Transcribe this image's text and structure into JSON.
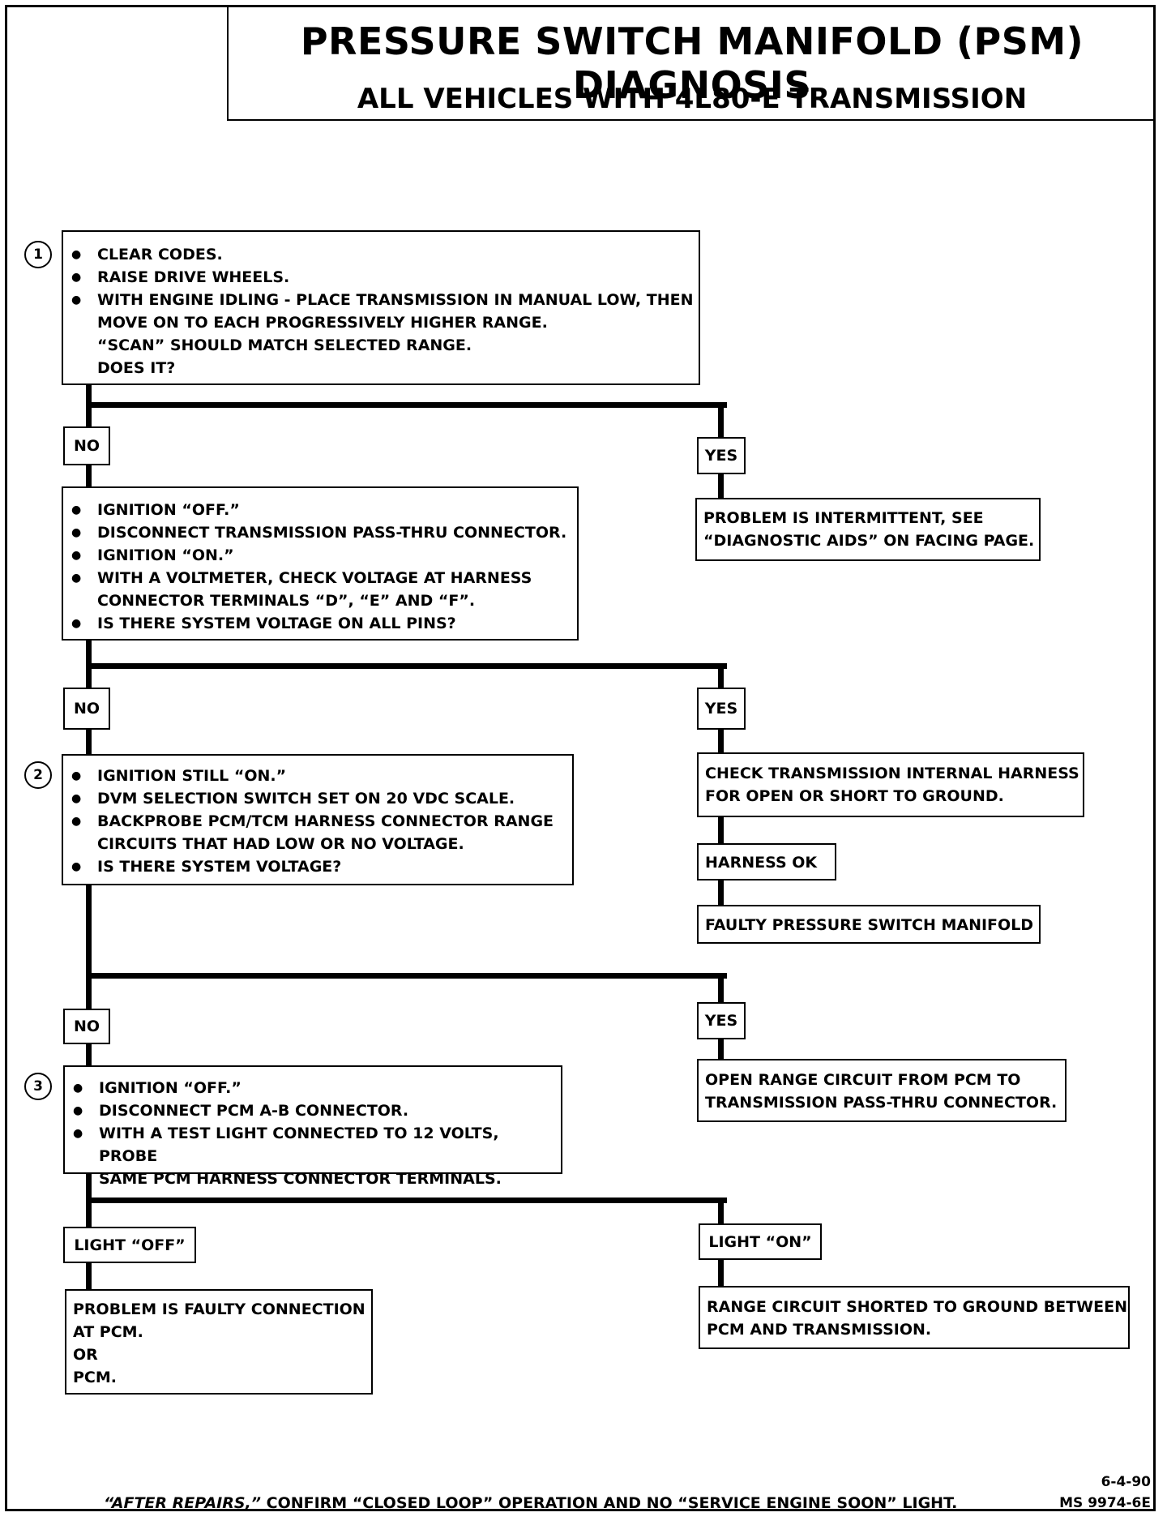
{
  "header": {
    "title": "PRESSURE SWITCH MANIFOLD (PSM) DIAGNOSIS",
    "subtitle": "ALL VEHICLES WITH 4L80-E TRANSMISSION"
  },
  "steps": {
    "step1": {
      "number": "1",
      "bullets": [
        "CLEAR CODES.",
        "RAISE DRIVE WHEELS.",
        "WITH ENGINE IDLING - PLACE TRANSMISSION IN MANUAL LOW, THEN"
      ],
      "continuation": [
        "MOVE ON TO EACH PROGRESSIVELY HIGHER RANGE.",
        "“SCAN” SHOULD MATCH SELECTED RANGE.",
        "DOES IT?"
      ]
    },
    "checkA": {
      "bullets": [
        "IGNITION “OFF.”",
        "DISCONNECT TRANSMISSION PASS-THRU CONNECTOR.",
        "IGNITION “ON.”",
        "WITH A VOLTMETER, CHECK VOLTAGE AT HARNESS"
      ],
      "continuation": "CONNECTOR TERMINALS “D”, “E” AND “F”.",
      "last": "IS THERE SYSTEM VOLTAGE ON ALL PINS?"
    },
    "step2": {
      "number": "2",
      "bullets": [
        "IGNITION STILL “ON.”",
        "DVM SELECTION SWITCH SET ON 20 VDC SCALE.",
        "BACKPROBE PCM/TCM HARNESS CONNECTOR RANGE"
      ],
      "continuation": "CIRCUITS THAT HAD LOW OR NO VOLTAGE.",
      "last": "IS THERE SYSTEM VOLTAGE?"
    },
    "step3": {
      "number": "3",
      "bullets": [
        "IGNITION “OFF.”",
        "DISCONNECT PCM A-B CONNECTOR.",
        "WITH A TEST LIGHT CONNECTED TO 12 VOLTS, PROBE"
      ],
      "continuation": "SAME PCM HARNESS CONNECTOR TERMINALS."
    }
  },
  "results": {
    "intermittent": [
      "PROBLEM IS INTERMITTENT, SEE",
      "“DIAGNOSTIC AIDS” ON FACING PAGE."
    ],
    "check_harness": [
      "CHECK TRANSMISSION INTERNAL HARNESS",
      "FOR OPEN OR SHORT TO GROUND."
    ],
    "harness_ok": "HARNESS OK",
    "faulty_psm": "FAULTY PRESSURE SWITCH MANIFOLD",
    "open_range": [
      "OPEN RANGE CIRCUIT FROM PCM TO",
      "TRANSMISSION PASS-THRU CONNECTOR."
    ],
    "faulty_connection": [
      "PROBLEM IS FAULTY CONNECTION",
      "AT PCM.",
      "OR",
      "PCM."
    ],
    "range_shorted": [
      "RANGE CIRCUIT SHORTED TO GROUND BETWEEN",
      "PCM AND TRANSMISSION."
    ]
  },
  "branches": {
    "no": "NO",
    "yes": "YES",
    "light_off": "LIGHT “OFF”",
    "light_on": "LIGHT “ON”"
  },
  "footer": {
    "after_repairs": "“AFTER REPAIRS,”",
    "confirm_text": "CONFIRM “CLOSED LOOP” OPERATION AND NO “SERVICE ENGINE SOON” LIGHT.",
    "date": "6-4-90",
    "code": "MS 9974-6E"
  }
}
